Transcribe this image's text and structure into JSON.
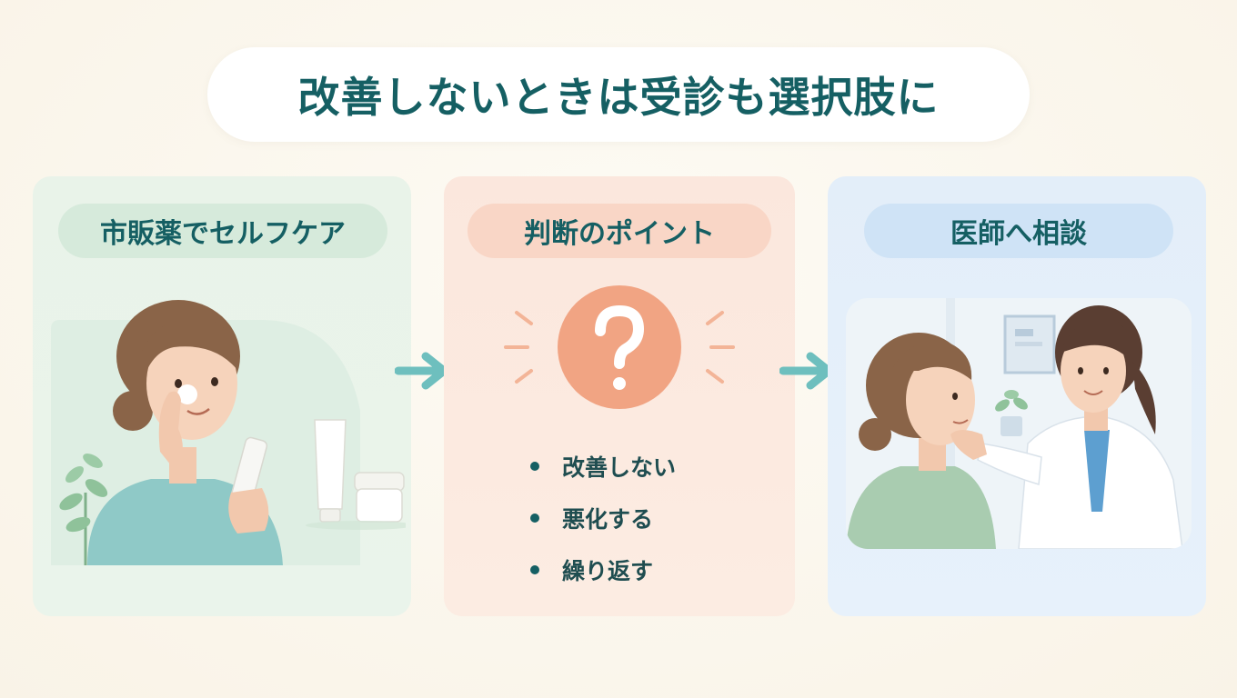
{
  "title": "改善しないときは受診も選択肢に",
  "steps": [
    {
      "header": "市販薬でセルフケア"
    },
    {
      "header": "判断のポイント",
      "items": [
        "改善しない",
        "悪化する",
        "繰り返す"
      ]
    },
    {
      "header": "医師へ相談"
    }
  ],
  "colors": {
    "title_text": "#155f63",
    "step1_bg": "#e9f3e9",
    "step2_bg": "#fbe7dd",
    "step3_bg": "#e3eef9",
    "arrow": "#6ebfbe",
    "question_circle": "#f1a483"
  },
  "icons": {
    "arrow": "right-arrow-icon",
    "question": "question-mark-icon"
  }
}
